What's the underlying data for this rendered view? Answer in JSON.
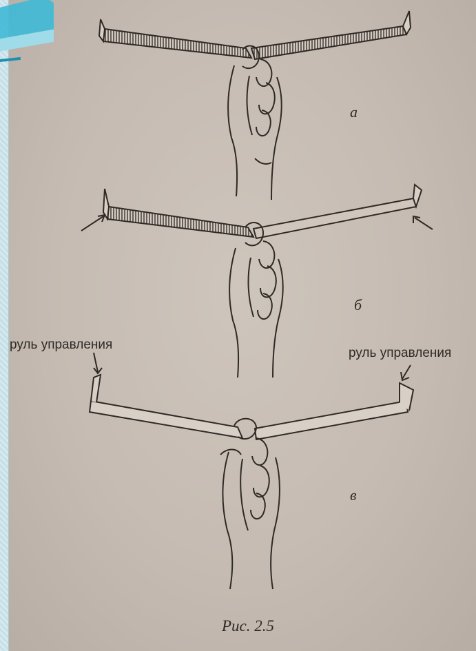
{
  "figure": {
    "labels": {
      "a": "а",
      "b": "б",
      "v": "в"
    },
    "rudder_label_left": "руль управления",
    "rudder_label_right": "руль управления",
    "caption": "Рис. 2.5"
  }
}
